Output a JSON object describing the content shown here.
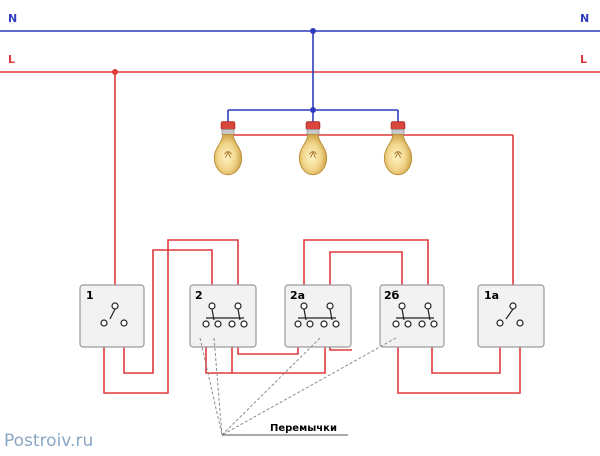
{
  "rails": {
    "neutral": {
      "left": "N",
      "right": "N",
      "color": "#2f3cbf"
    },
    "line": {
      "left": "L",
      "right": "L",
      "color": "#e0383c"
    }
  },
  "switches": [
    {
      "label": "1"
    },
    {
      "label": "2"
    },
    {
      "label": "2а"
    },
    {
      "label": "2б"
    },
    {
      "label": "1а"
    }
  ],
  "callout": {
    "label": "Перемычки"
  },
  "watermark": {
    "text": "Postroiv.ru"
  },
  "icons": {
    "lamp": "light-bulb-icon",
    "switch": "switch-icon"
  },
  "colors": {
    "wire_phase": "#e0383c",
    "wire_neutral": "#2f3cbf",
    "switch_box": "#f2f2f2",
    "switch_border": "#9a9a9a",
    "bulb_glass": "#f1d58a",
    "bulb_cap": "#d8463e",
    "leader": "#8c8c8c"
  }
}
